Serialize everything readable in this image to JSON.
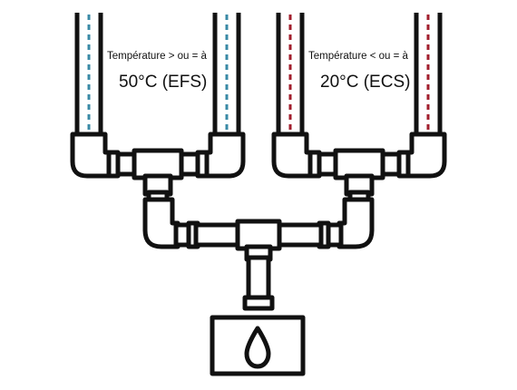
{
  "left_branch": {
    "condition": "Température > ou = à",
    "value": "50°C (EFS)",
    "stripe_color": "#3a8aa6"
  },
  "right_branch": {
    "condition": "Température < ou = à",
    "value": "20°C (ECS)",
    "stripe_color": "#a21f2e"
  },
  "outlet": {
    "icon": "water-drop-icon"
  },
  "colors": {
    "pipe_outline": "#111111",
    "pipe_fill": "#ffffff"
  }
}
